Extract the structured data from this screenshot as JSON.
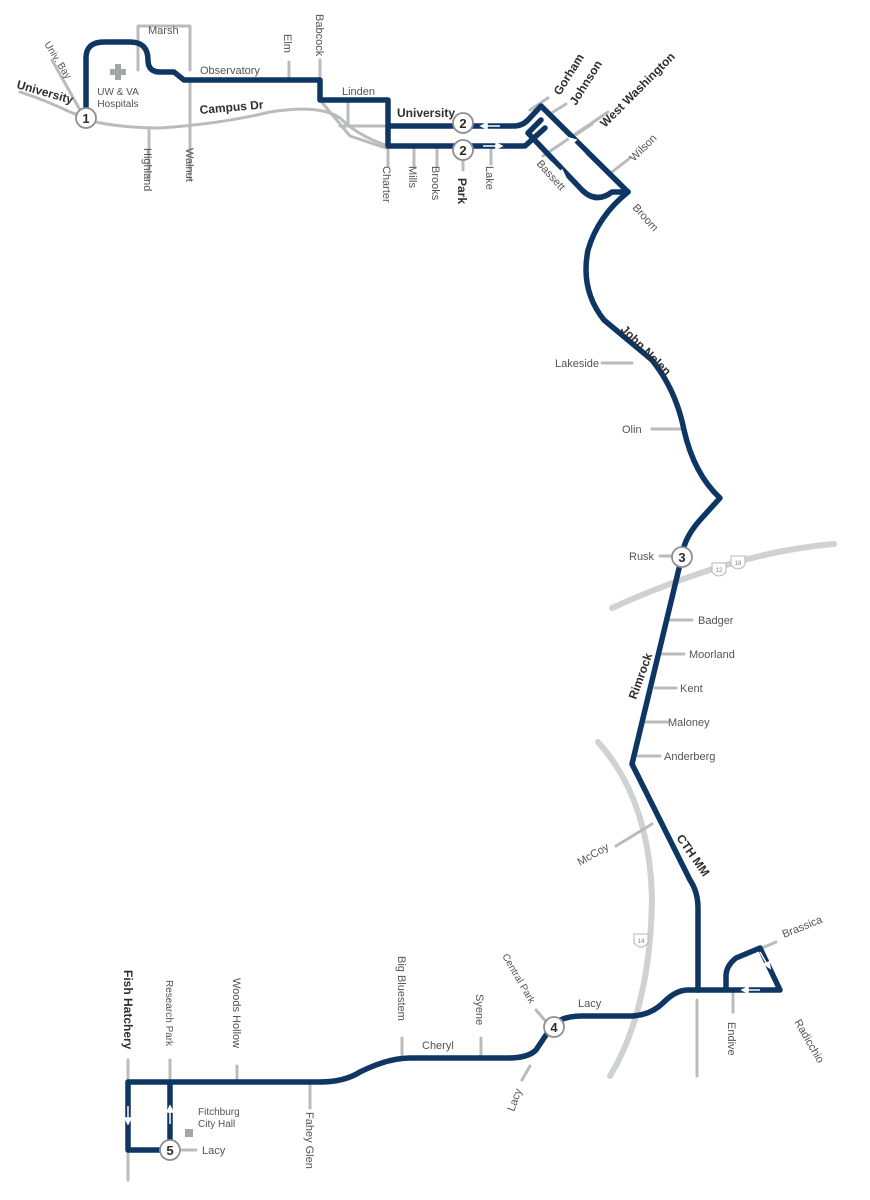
{
  "colors": {
    "route": "#0e3663",
    "street": "#b9bbbd",
    "highway": "#cfd1d3"
  },
  "stops": {
    "s1": "1",
    "s2a": "2",
    "s2b": "2",
    "s3": "3",
    "s4": "4",
    "s5": "5"
  },
  "landmarks": {
    "hospital_line1": "UW & VA",
    "hospital_line2": "Hospitals",
    "hospital_icon": "hospital-cross-icon",
    "city_hall_line1": "Fitchburg",
    "city_hall_line2": "City Hall",
    "city_hall_icon": "building-square-icon"
  },
  "highway_shields": {
    "us12": "12",
    "us18": "18",
    "us14": "14"
  },
  "streets": {
    "university_w": "University",
    "univ_bay": "Univ. Bay",
    "marsh": "Marsh",
    "elm": "Elm",
    "babcock": "Babcock",
    "observatory": "Observatory",
    "linden": "Linden",
    "campus_dr": "Campus Dr",
    "highland": "Highland",
    "walnut": "Walnut",
    "university_e": "University",
    "charter": "Charter",
    "mills": "Mills",
    "brooks": "Brooks",
    "park": "Park",
    "lake": "Lake",
    "gorham": "Gorham",
    "johnson": "Johnson",
    "west_washington": "West Washington",
    "wilson": "Wilson",
    "bassett": "Bassett",
    "broom": "Broom",
    "john_nolen": "John Nolen",
    "lakeside": "Lakeside",
    "olin": "Olin",
    "rusk": "Rusk",
    "badger": "Badger",
    "rimrock": "Rimrock",
    "moorland": "Moorland",
    "kent": "Kent",
    "maloney": "Maloney",
    "anderberg": "Anderberg",
    "mccoy": "McCoy",
    "cth_mm": "CTH MM",
    "brassica": "Brassica",
    "central_park": "Central Park",
    "lacy_east": "Lacy",
    "endive": "Endive",
    "radicchio": "Radicchio",
    "big_bluestem": "Big Bluestem",
    "syene": "Syene",
    "cheryl": "Cheryl",
    "lacy_sw": "Lacy",
    "fish_hatchery": "Fish Hatchery",
    "research_park": "Research Park",
    "woods_hollow": "Woods Hollow",
    "fahey_glen": "Fahey Glen",
    "lacy_bottom": "Lacy"
  }
}
